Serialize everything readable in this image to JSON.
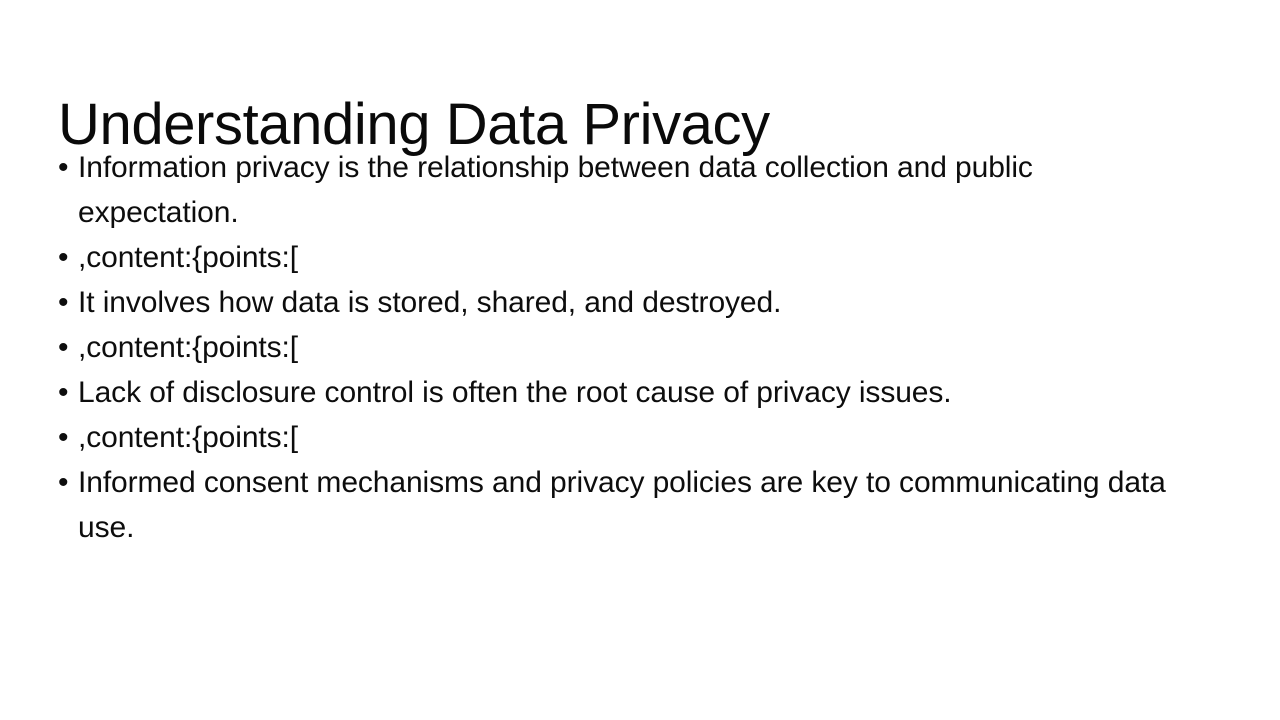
{
  "slide": {
    "background_color": "#ffffff",
    "text_color": "#0d0d0d",
    "title": "Understanding Data Privacy",
    "bullet_marker": "•",
    "bullets": [
      {
        "text": "Information privacy is the relationship between data collection and public expectation."
      },
      {
        "text": ",content:{points:["
      },
      {
        "text": "It involves how data is stored, shared, and destroyed."
      },
      {
        "text": ",content:{points:["
      },
      {
        "text": "Lack of disclosure control is often the root cause of privacy issues."
      },
      {
        "text": ",content:{points:["
      },
      {
        "text": "Informed consent mechanisms and privacy policies are key to communicating data use."
      }
    ]
  }
}
